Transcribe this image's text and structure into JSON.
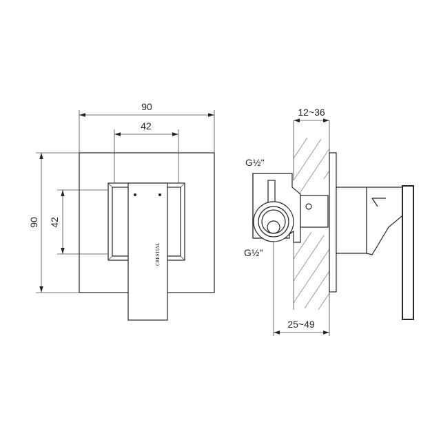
{
  "front_view": {
    "dim_outer_width": "90",
    "dim_inner_width": "42",
    "dim_outer_height": "90",
    "dim_inner_height": "42",
    "brand_logo_text": "CRESTIAL"
  },
  "side_view": {
    "dim_wall_thickness": "12~36",
    "dim_depth": "25~49",
    "thread_top": "G½\"",
    "thread_bottom": "G½\""
  },
  "colors": {
    "line": "#222222",
    "hatch": "#888888",
    "background": "#ffffff"
  }
}
